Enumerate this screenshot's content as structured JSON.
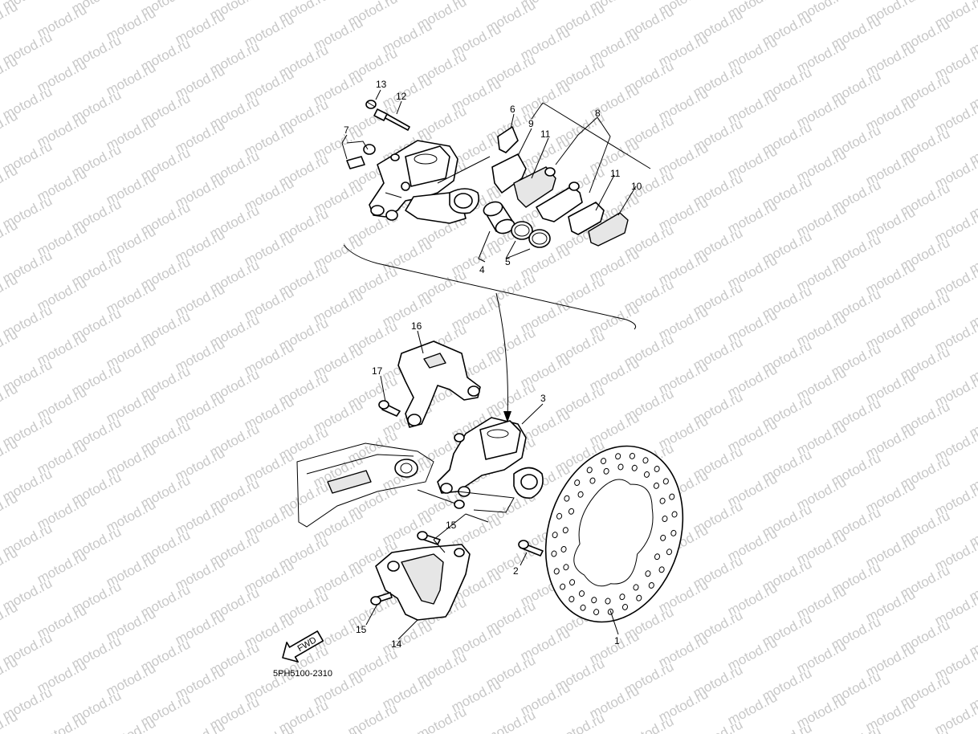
{
  "watermark_text": "motod.ru",
  "diagram_code": "5PH5100-2310",
  "fwd_label": "FWD",
  "callouts": {
    "c1": "1",
    "c2": "2",
    "c3": "3",
    "c4": "4",
    "c5": "5",
    "c6": "6",
    "c7": "7",
    "c8": "8",
    "c9": "9",
    "c10": "10",
    "c11a": "11",
    "c11b": "11",
    "c12": "12",
    "c13": "13",
    "c14": "14",
    "c15a": "15",
    "c15b": "15",
    "c16": "16",
    "c17": "17"
  }
}
